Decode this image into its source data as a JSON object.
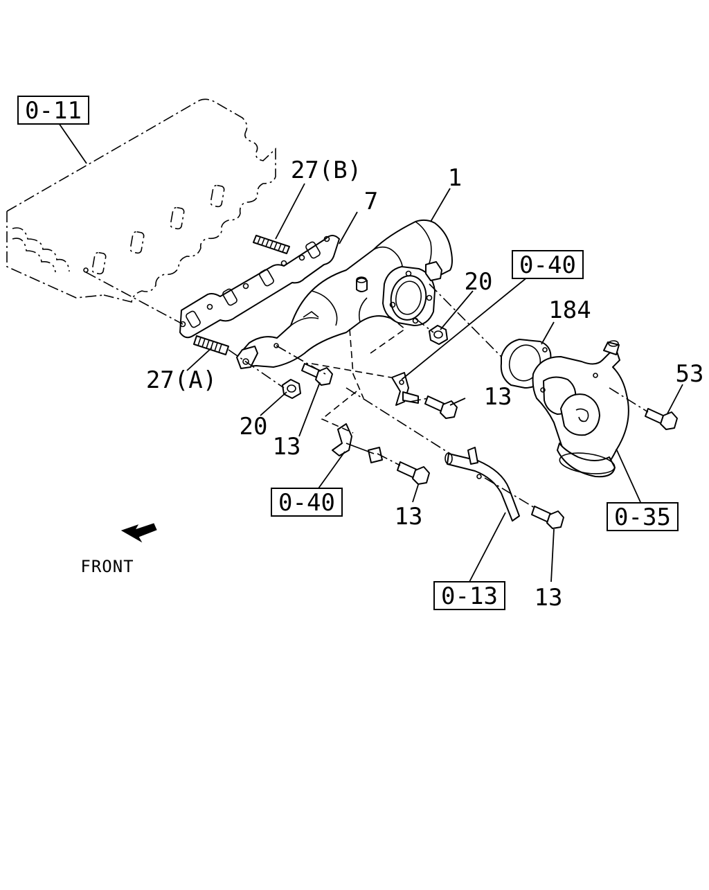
{
  "ref_boxes": {
    "head": "0-11",
    "bracket_right": "0-40",
    "bracket_left": "0-40",
    "outlet_pipe": "0-35",
    "water_pipe": "0-13"
  },
  "callouts": {
    "manifold": "1",
    "gasket": "7",
    "stud_b": "27(B)",
    "stud_a": "27(A)",
    "nut_right": "20",
    "nut_left": "20",
    "gasket_outlet": "184",
    "bolt_outlet": "53",
    "bolt_bracket_right": "13",
    "bolt_manifold": "13",
    "bolt_bracket_left": "13",
    "bolt_pipe": "13"
  },
  "front_label": "FRONT"
}
